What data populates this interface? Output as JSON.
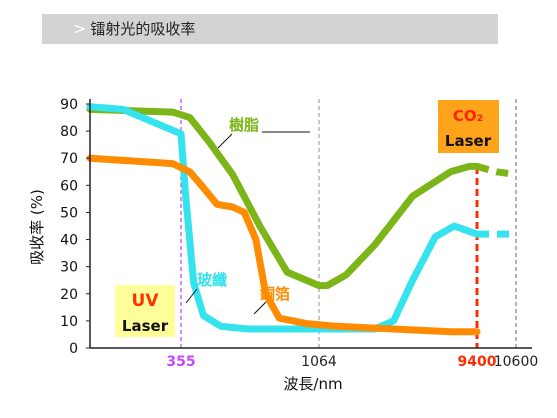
{
  "header": {
    "title": "镭射光的吸收率"
  },
  "chart_data": {
    "type": "line",
    "xlabel": "波長/nm",
    "ylabel": "吸收率 (%)",
    "ylim": [
      0,
      90
    ],
    "yticks": [
      0,
      10,
      20,
      30,
      40,
      50,
      60,
      70,
      80,
      90
    ],
    "x_categories": [
      "355",
      "1064",
      "9400",
      "10600"
    ],
    "x_category_colors": [
      "#c04bff",
      "#222222",
      "#ff2a00",
      "#222222"
    ],
    "x_axis_scale": "non-linear categorical wavelength positions",
    "grid": false,
    "series": [
      {
        "name": "樹脂",
        "color": "#7cb518",
        "values": [
          [
            300,
            88
          ],
          [
            350,
            87
          ],
          [
            400,
            85
          ],
          [
            500,
            76
          ],
          [
            620,
            64
          ],
          [
            760,
            45
          ],
          [
            900,
            28
          ],
          [
            1064,
            23
          ],
          [
            1500,
            23
          ],
          [
            2500,
            27
          ],
          [
            4000,
            38
          ],
          [
            6000,
            56
          ],
          [
            8000,
            65
          ],
          [
            9000,
            67
          ],
          [
            9400,
            67
          ],
          [
            10000,
            65
          ],
          [
            10600,
            64
          ]
        ]
      },
      {
        "name": "玻纖",
        "color": "#34e3ee",
        "values": [
          [
            300,
            89
          ],
          [
            320,
            88
          ],
          [
            355,
            79
          ],
          [
            380,
            55
          ],
          [
            420,
            24
          ],
          [
            470,
            12
          ],
          [
            560,
            8
          ],
          [
            700,
            7
          ],
          [
            1064,
            7
          ],
          [
            2000,
            7
          ],
          [
            4000,
            7
          ],
          [
            5000,
            10
          ],
          [
            6000,
            25
          ],
          [
            7200,
            41
          ],
          [
            8200,
            45
          ],
          [
            9000,
            43
          ],
          [
            9400,
            42
          ],
          [
            10000,
            42
          ],
          [
            10600,
            42
          ]
        ]
      },
      {
        "name": "銅箔",
        "color": "#ff8c00",
        "values": [
          [
            300,
            70
          ],
          [
            350,
            68
          ],
          [
            400,
            65
          ],
          [
            460,
            60
          ],
          [
            540,
            53
          ],
          [
            620,
            52
          ],
          [
            680,
            50
          ],
          [
            740,
            40
          ],
          [
            790,
            20
          ],
          [
            860,
            11
          ],
          [
            1000,
            9
          ],
          [
            2000,
            8
          ],
          [
            5000,
            7
          ],
          [
            8000,
            6
          ],
          [
            9400,
            6
          ]
        ]
      }
    ],
    "annotations": [
      {
        "label": "樹脂",
        "color": "#7cb518"
      },
      {
        "label": "玻纖",
        "color": "#34e3ee"
      },
      {
        "label": "銅箔",
        "color": "#ff8c00"
      },
      {
        "label": "UV Laser",
        "line1": "UV",
        "line2": "Laser",
        "color": "#ff3300",
        "line2_color": "#111111",
        "background": "#ffff99"
      },
      {
        "label": "CO₂ Laser",
        "line1": "CO₂",
        "line2": "Laser",
        "color": "#ff2200",
        "line2_color": "#111111",
        "background": "#ffa31a"
      }
    ],
    "reference_lines": [
      {
        "x": "355",
        "color": "#c04bff",
        "style": "dashed"
      },
      {
        "x": "1064",
        "color": "#aaaaaa",
        "style": "dashed"
      },
      {
        "x": "9400",
        "color": "#ff2a00",
        "style": "dashed"
      },
      {
        "x": "10600",
        "color": "#888888",
        "style": "dashed"
      }
    ]
  }
}
